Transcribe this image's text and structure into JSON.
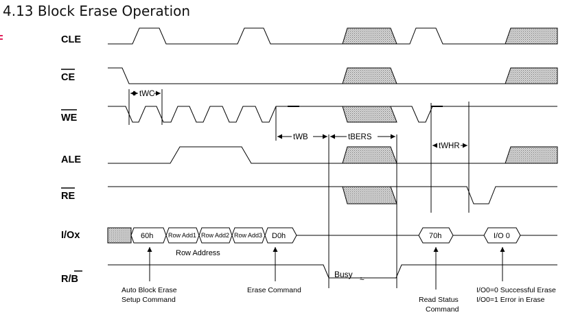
{
  "title": "4.13 Block Erase Operation",
  "signals": {
    "cle": "CLE",
    "ce": "CE",
    "we": "WE",
    "ale": "ALE",
    "re": "RE",
    "io": "I/Ox",
    "rb": "R/B"
  },
  "bus": {
    "cmd1": "60h",
    "row1": "Row Add1",
    "row2": "Row Add2",
    "row3": "Row Add3",
    "cmd2": "D0h",
    "status_cmd": "70h",
    "io0": "I/O 0"
  },
  "timing": {
    "twc": "tWC",
    "twb": "tWB",
    "tbers": "tBERS",
    "twhr": "tWHR"
  },
  "annotations": {
    "row_address": "Row Address",
    "busy": "Busy",
    "auto_erase_1": "Auto Block Erase",
    "auto_erase_2": "Setup Command",
    "erase_cmd": "Erase Command",
    "read_status_1": "Read Status",
    "read_status_2": "Command",
    "result_1": "I/O0=0 Successful Erase",
    "result_2": "I/O0=1 Error in Erase"
  },
  "colors": {
    "hatch_fill": "#bdbdbd",
    "marker": "#e0205a"
  }
}
